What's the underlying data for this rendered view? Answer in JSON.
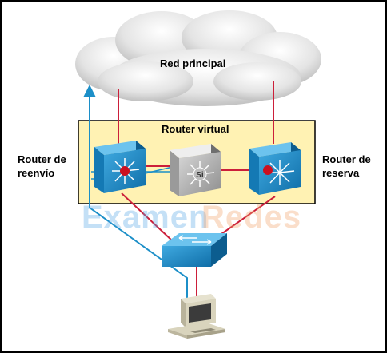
{
  "labels": {
    "cloud": "Red principal",
    "virtual_router": "Router virtual",
    "forwarding_router_line1": "Router de",
    "forwarding_router_line2": "reenvío",
    "standby_router_line1": "Router de",
    "standby_router_line2": "reserva"
  },
  "watermark": {
    "part1": "Examen",
    "part2": "Redes",
    "color1": "#5aa7e6",
    "color2": "#f2a36b"
  },
  "colors": {
    "link": "#cc1f3a",
    "traffic_path": "#1c8fc8",
    "virtual_box_fill": "#fff2b3",
    "router_blue": "#1a86c2"
  }
}
